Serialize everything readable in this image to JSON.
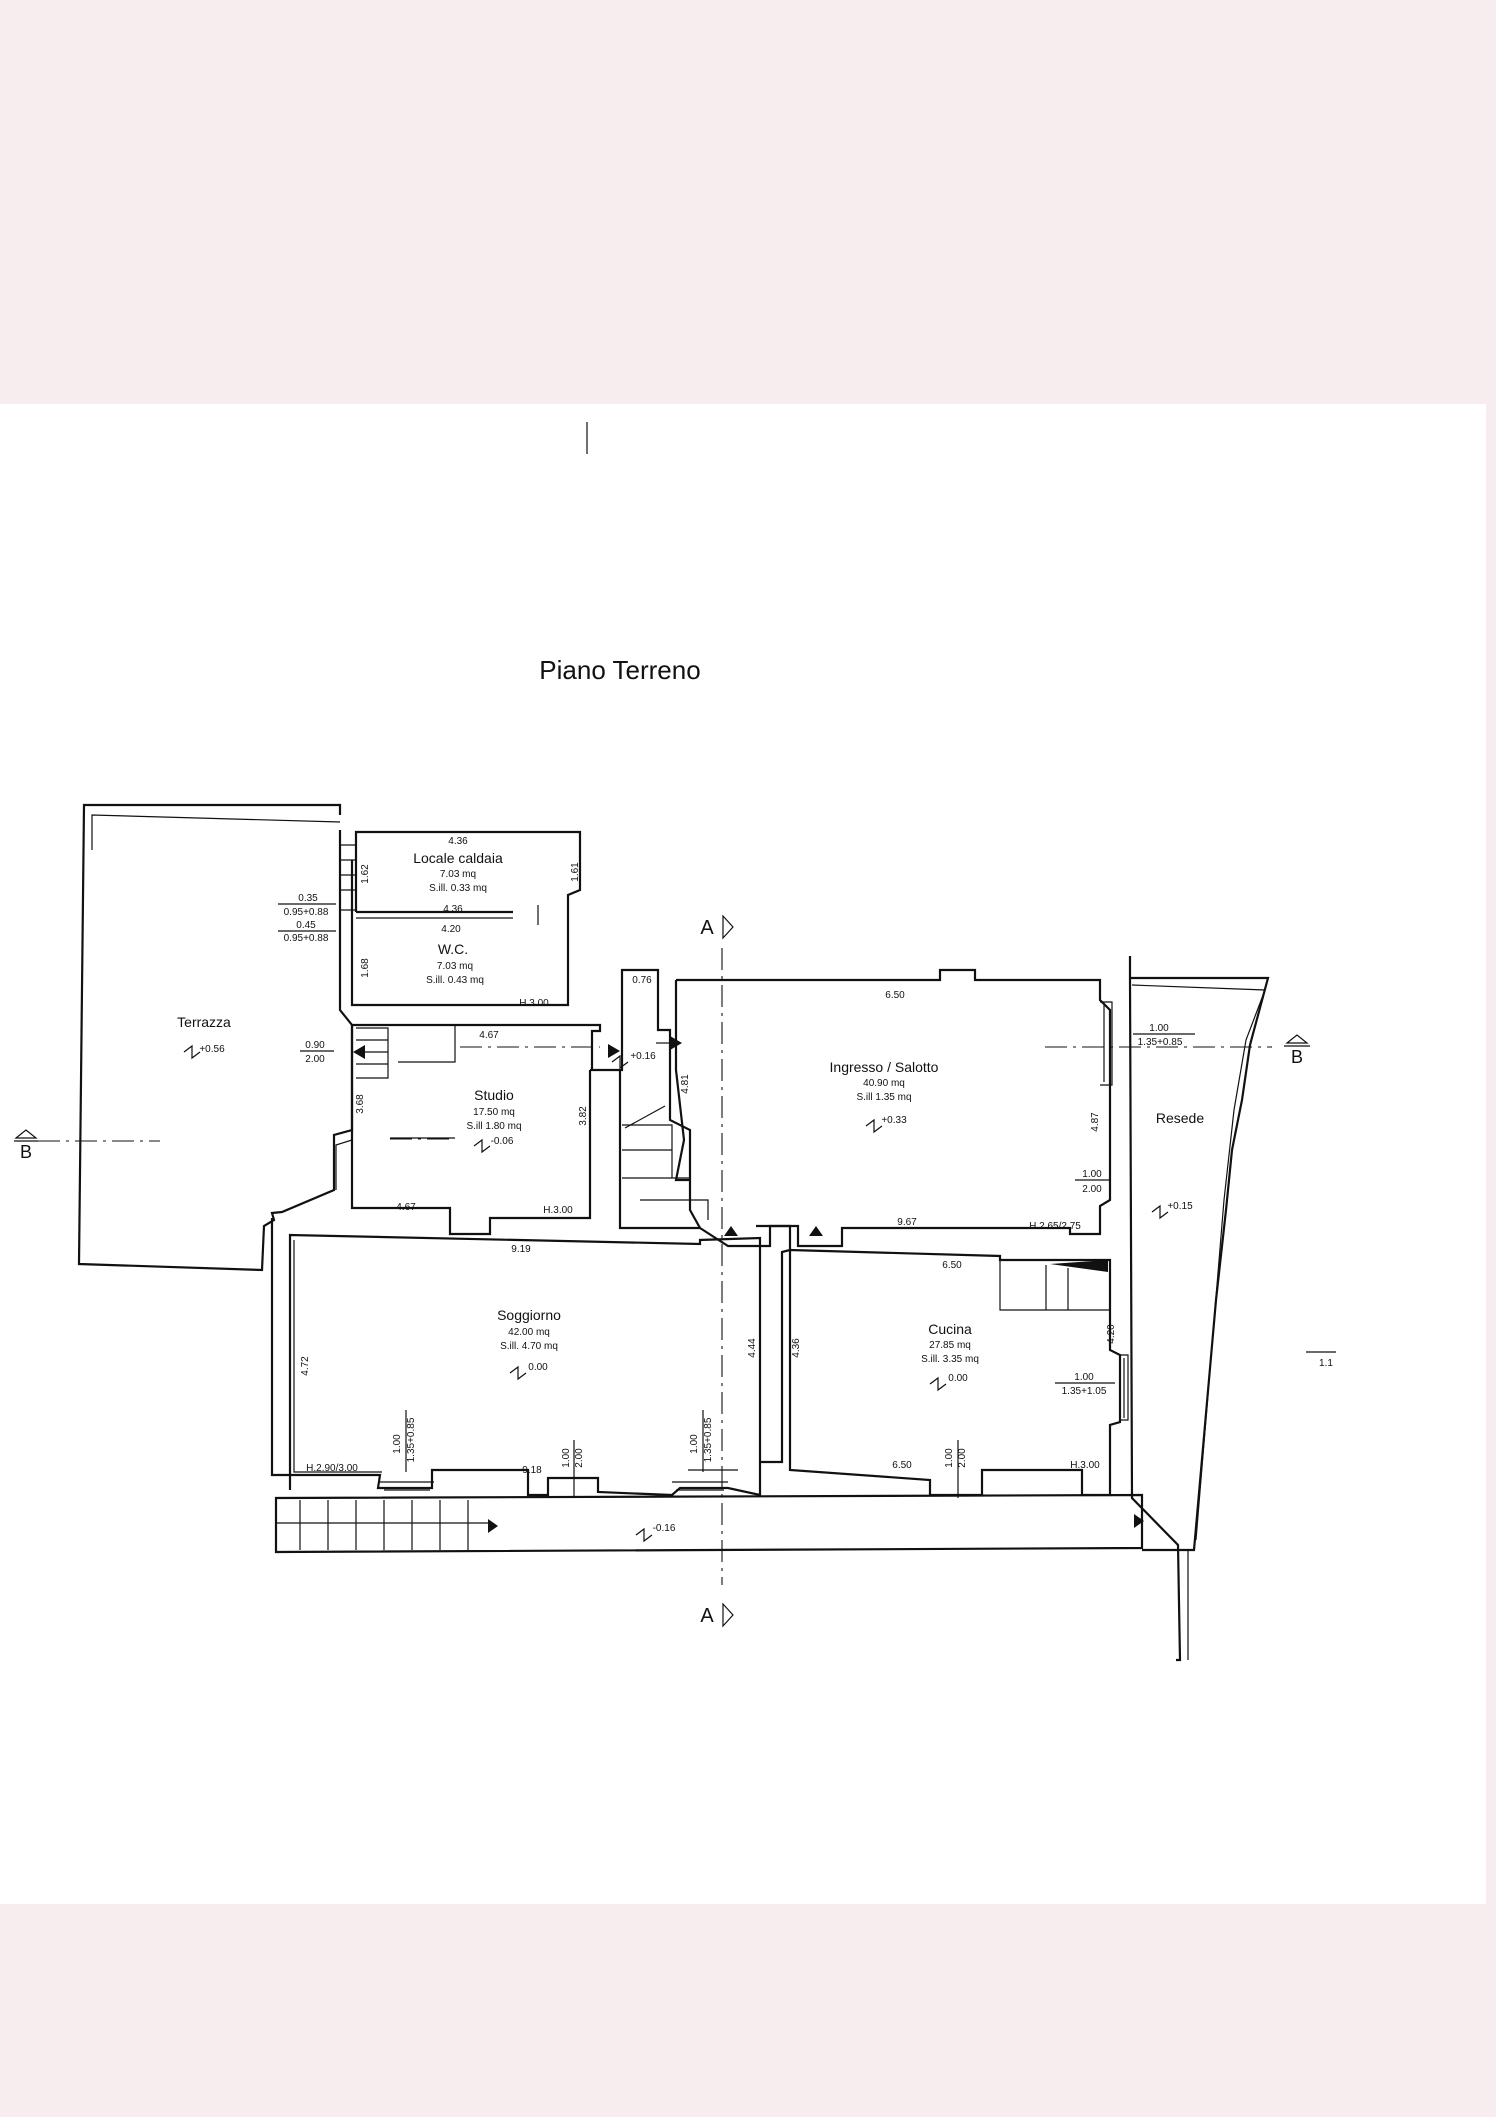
{
  "page": {
    "title": "Piano Terreno",
    "background": "#f7ecee",
    "sheet": "#ffffff"
  },
  "sections": {
    "a": "A",
    "b": "B"
  },
  "rooms": {
    "locale": {
      "name": "Locale caldaia",
      "area": "7.03 mq",
      "sill": "S.ill. 0.33 mq"
    },
    "wc": {
      "name": "W.C.",
      "area": "7.03 mq",
      "sill": "S.ill. 0.43 mq"
    },
    "terrazza": {
      "name": "Terrazza",
      "level": "+0.56"
    },
    "studio": {
      "name": "Studio",
      "area": "17.50 mq",
      "sill": "S.ill 1.80 mq",
      "level": "-0.06"
    },
    "ingresso": {
      "name": "Ingresso / Salotto",
      "area": "40.90 mq",
      "sill": "S.ill 1.35 mq",
      "level": "+0.33"
    },
    "resede": {
      "name": "Resede",
      "level": "+0.15"
    },
    "soggiorno": {
      "name": "Soggiorno",
      "area": "42.00 mq",
      "sill": "S.ill. 4.70 mq",
      "level": "0.00"
    },
    "cucina": {
      "name": "Cucina",
      "area": "27.85 mq",
      "sill": "S.ill. 3.35 mq",
      "level": "0.00"
    },
    "portico": {
      "level": "-0.16"
    },
    "stair_landing": {
      "level": "+0.16"
    }
  },
  "dims": {
    "d436a": "4.36",
    "d162": "1.62",
    "d161": "1.61",
    "d436b": "4.36",
    "d420": "4.20",
    "d168": "1.68",
    "h300a": "H.3.00",
    "d035": "0.35",
    "d095a": "0.95+0.88",
    "d045": "0.45",
    "d095b": "0.95+0.88",
    "d076": "0.76",
    "d650a": "6.50",
    "d467a": "4.67",
    "d090": "0.90",
    "d200a": "2.00",
    "d368": "3.68",
    "d382": "3.82",
    "d481": "4.81",
    "d467b": "4.67",
    "h300b": "H.3.00",
    "d967": "9.67",
    "h265": "H.2.65/2.75",
    "d100a": "1.00",
    "d135a": "1.35+0.85",
    "d487": "4.87",
    "d100b": "1.00",
    "d200b": "2.00",
    "d919": "9.19",
    "d650b": "6.50",
    "d472": "4.72",
    "d444": "4.44",
    "d436c": "4.36",
    "d420b": "4.20",
    "d100c": "1.00",
    "d135b": "1.35+1.05",
    "h290": "H.2.90/3.00",
    "d918": "9.18",
    "v100a": "1.00",
    "v135a": "1.35+0.85",
    "v100b": "1.00",
    "v200a": "2.00",
    "v100c": "1.00",
    "v135b": "1.35+0.85",
    "d650c": "6.50",
    "v100d": "1.00",
    "v200b": "2.00",
    "h300c": "H.3.00",
    "d11": "1.1"
  }
}
